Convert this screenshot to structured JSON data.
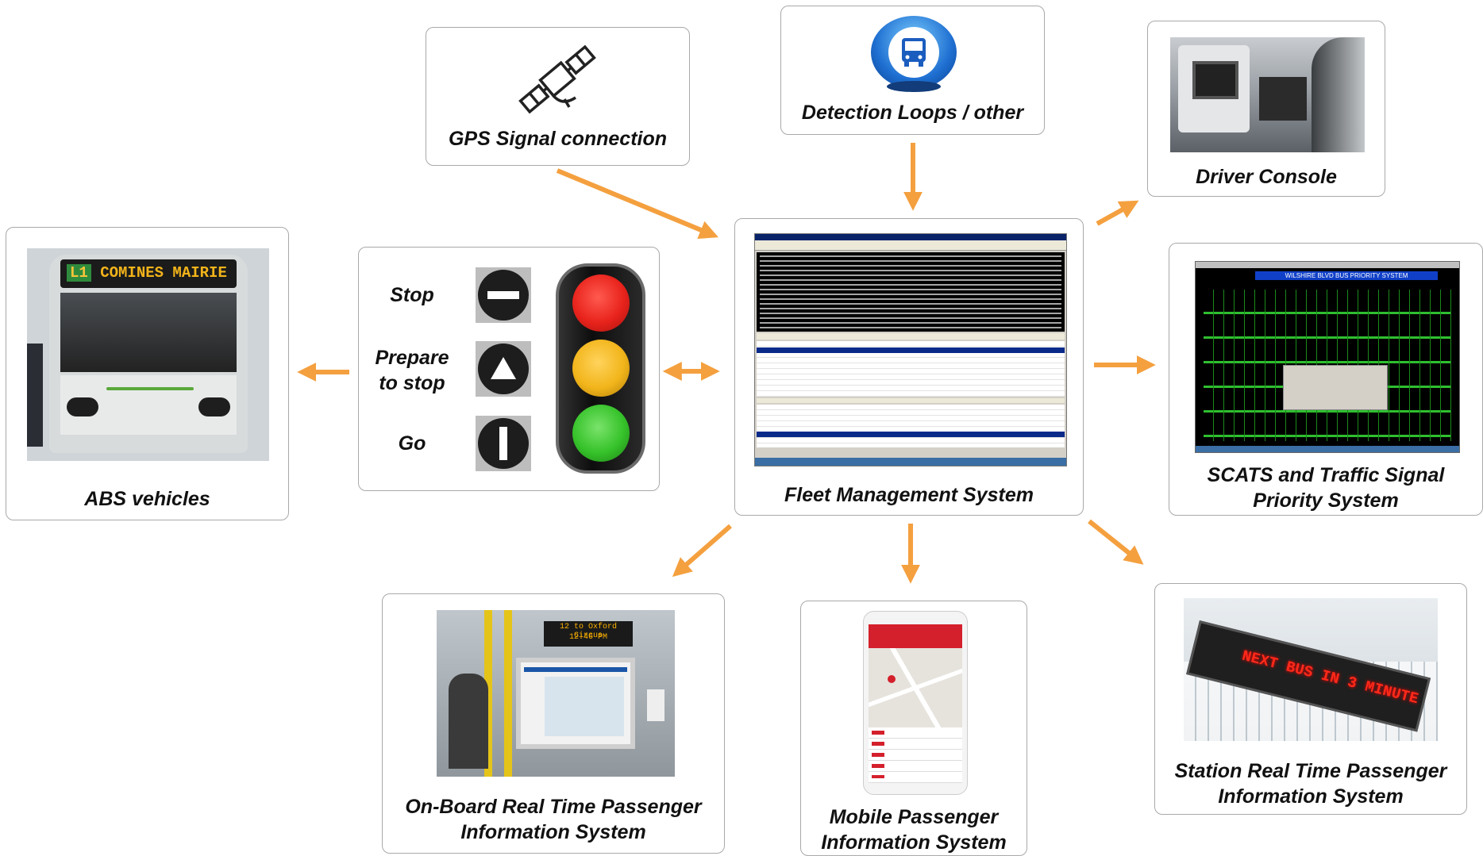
{
  "nodes": {
    "gps": {
      "label": "GPS Signal connection"
    },
    "detection": {
      "label": "Detection Loops / other"
    },
    "driver": {
      "label": "Driver Console"
    },
    "abs": {
      "label": "ABS vehicles",
      "sign_text": "COMINES MAIRIE",
      "route": "L1"
    },
    "signals": {
      "stop": "Stop",
      "prepare_line1": "Prepare",
      "prepare_line2": "to stop",
      "go": "Go"
    },
    "fleet": {
      "label": "Fleet Management System"
    },
    "scats": {
      "label_line1": "SCATS and Traffic Signal",
      "label_line2": "Priority System",
      "screen_title": "WILSHIRE BLVD BUS PRIORITY SYSTEM"
    },
    "onboard": {
      "label_line1": "On-Board Real Time Passenger",
      "label_line2": "Information System",
      "display_line1": "12 to Oxford Circus",
      "display_line2": "12:46 PM"
    },
    "mobile": {
      "label_line1": "Mobile Passenger",
      "label_line2": "Information System"
    },
    "station": {
      "label_line1": "Station Real Time Passenger",
      "label_line2": "Information System",
      "display_text": "NEXT BUS IN 3 MINUTE"
    }
  },
  "colors": {
    "arrow": "#f4a03f",
    "red_light": "#e8231c",
    "amber_light": "#f2b51b",
    "green_light": "#36c22a"
  }
}
